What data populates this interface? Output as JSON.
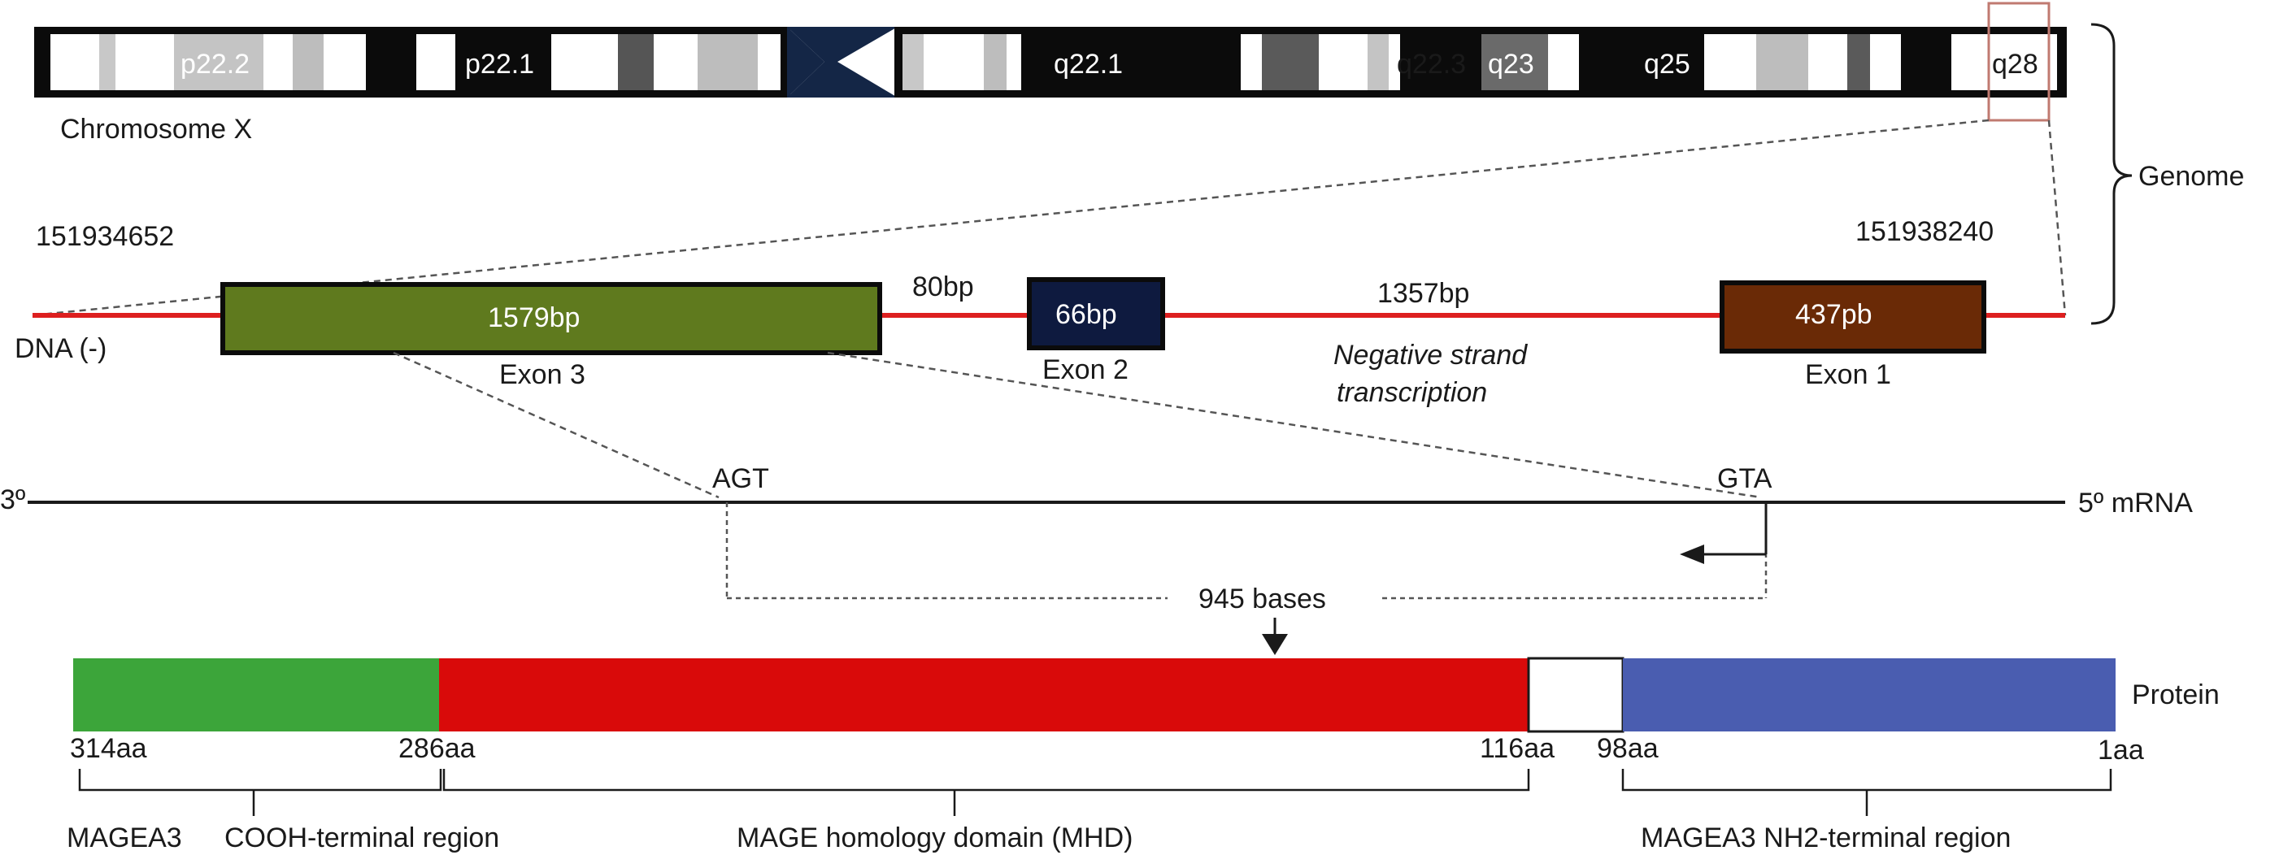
{
  "chromosome": {
    "name": "Chromosome X",
    "band_labels": [
      "p22.2",
      "p22.1",
      "q22.1",
      "q22.3",
      "q23",
      "q25",
      "q28"
    ]
  },
  "genome_label": "Genome",
  "dna": {
    "strand_label": "DNA (-)",
    "coord_start": "151934652",
    "coord_end": "151938240",
    "exons": [
      {
        "name": "Exon 3",
        "length": "1579bp",
        "color": "#5f7a1e"
      },
      {
        "name": "Exon 2",
        "length": "66bp",
        "color": "#0e1a3f"
      },
      {
        "name": "Exon 1",
        "length": "437pb",
        "color": "#6a2a06"
      }
    ],
    "intron_labels": [
      "80bp",
      "1357bp"
    ],
    "transcription_note_line1": "Negative strand",
    "transcription_note_line2": "transcription"
  },
  "mrna": {
    "left_end": "3º",
    "right_end": "5º mRNA",
    "stop_codon": "AGT",
    "start_codon": "GTA",
    "length_label": "945 bases"
  },
  "protein": {
    "label": "Protein",
    "positions": [
      "314aa",
      "286aa",
      "116aa",
      "98aa",
      "1aa"
    ],
    "domains": [
      {
        "name": "COOH-terminal region",
        "color": "#3ca53a"
      },
      {
        "name": "MAGE homology domain (MHD)",
        "color": "#d90a0a"
      },
      {
        "name": "MAGEA3 NH2-terminal region",
        "color": "#4a5db0"
      }
    ],
    "cooh_prefix": "MAGEA3"
  },
  "colors": {
    "dna_line": "#dd1f1f",
    "chromosome_dark": "#0b0b0b",
    "centromere": "#142646",
    "highlight_box": "#c07a70"
  }
}
